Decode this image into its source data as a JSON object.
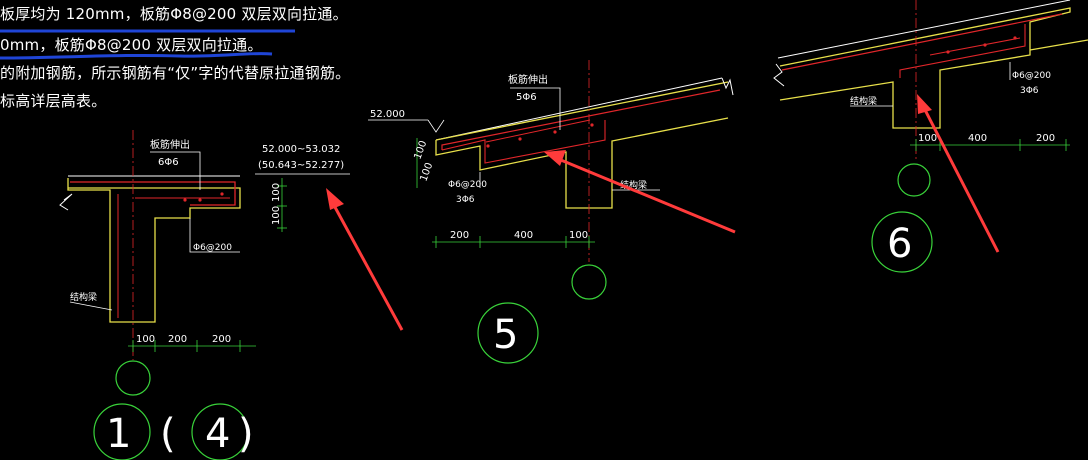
{
  "colors": {
    "background": "#000000",
    "line_white": "#ffffff",
    "beam_yellow": "#e8e04a",
    "rebar_red": "#e0262a",
    "dimension_green": "#39d23a",
    "highlight_blue": "#1f45d6",
    "arrow_red": "#ff3b3b"
  },
  "notes": [
    "板厚均为 120mm，板筋Φ8@200 双层双向拉通。",
    "0mm，板筋Φ8@200 双层双向拉通。",
    "的附加钢筋，所示钢筋有“仅”字的代替原拉通钢筋。",
    "标高详层高表。"
  ],
  "detail_1_4": {
    "label_top": "板筋伸出",
    "label_top_qty": "6Φ6",
    "stirrup": "Φ6@200",
    "beam_label": "结构梁",
    "elev_1": "52.000~53.032",
    "elev_2": "(50.643~52.277)",
    "dim_v1": "100",
    "dim_v2": "100",
    "dims": [
      "100",
      "200",
      "200"
    ],
    "num_a": "1",
    "paren_open": "(",
    "num_b": "4",
    "paren_close": ")"
  },
  "detail_5": {
    "elev": "52.000",
    "label_top": "板筋伸出",
    "label_top_qty": "5Φ6",
    "stirrup": "Φ6@200",
    "bottom_qty": "3Φ6",
    "beam_label": "结构梁",
    "dim_v1": "100",
    "dim_v2": "100",
    "dims": [
      "200",
      "400",
      "100"
    ],
    "num": "5"
  },
  "detail_6": {
    "stirrup": "Φ6@200",
    "bottom_qty": "3Φ6",
    "beam_label": "结构梁",
    "dims": [
      "100",
      "400",
      "200"
    ],
    "num": "6"
  }
}
